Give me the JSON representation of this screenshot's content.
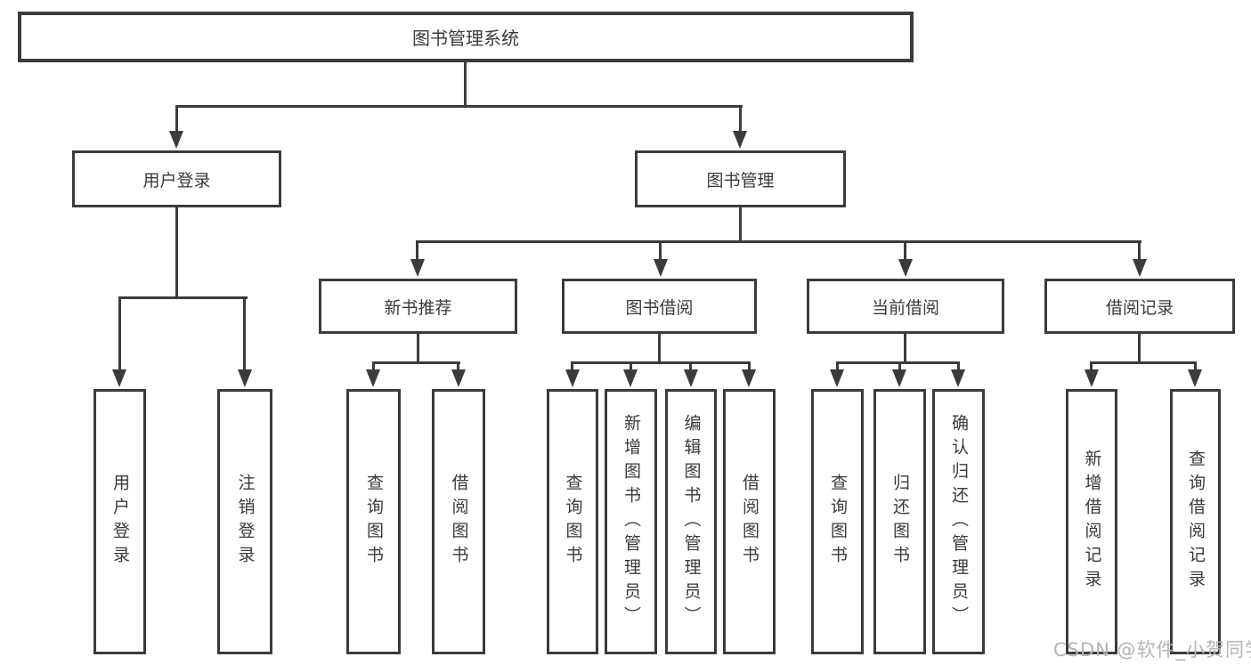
{
  "diagram": {
    "title_hint": "library management system function structure diagram",
    "colors": {
      "line": "#3b3b3b",
      "text": "#3a3a3a",
      "box_background": "#ffffff",
      "watermark": "#b4b4b4"
    },
    "root": {
      "label": "图书管理系统"
    },
    "level2": [
      {
        "label": "用户登录"
      },
      {
        "label": "图书管理"
      }
    ],
    "level3": [
      {
        "label": "新书推荐"
      },
      {
        "label": "图书借阅"
      },
      {
        "label": "当前借阅"
      },
      {
        "label": "借阅记录"
      }
    ],
    "leaves": [
      {
        "label": "用户登录"
      },
      {
        "label": "注销登录"
      },
      {
        "label": "查询图书"
      },
      {
        "label": "借阅图书"
      },
      {
        "label": "查询图书"
      },
      {
        "label": "新增图书（管理员）"
      },
      {
        "label": "编辑图书（管理员）"
      },
      {
        "label": "借阅图书"
      },
      {
        "label": "查询图书"
      },
      {
        "label": "归还图书"
      },
      {
        "label": "确认归还（管理员）"
      },
      {
        "label": "新增借阅记录"
      },
      {
        "label": "查询借阅记录"
      }
    ],
    "watermark": "CSDN @软件_小贺同学"
  }
}
